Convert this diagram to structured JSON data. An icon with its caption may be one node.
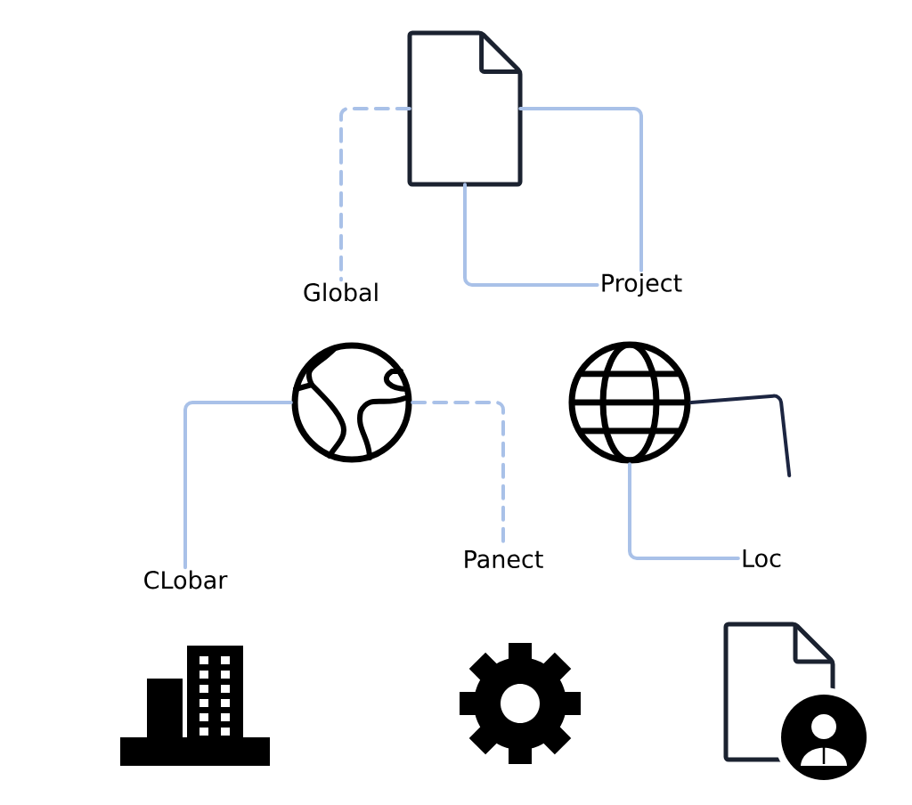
{
  "diagram": {
    "nodes": [
      {
        "text": [],
        "shape": "document"
      },
      {
        "text": [
          "Global"
        ]
      },
      {
        "text": [
          "Project"
        ]
      },
      {
        "text": [],
        "shape": "globe"
      },
      {
        "text": [],
        "shape": "globe"
      },
      {
        "text": [
          "CLobar"
        ]
      },
      {
        "text": [
          "Panect"
        ]
      },
      {
        "text": [
          "Loc"
        ]
      },
      {
        "text": [],
        "shape": "building"
      },
      {
        "text": [],
        "shape": "gear"
      },
      {
        "text": [],
        "shape": "document"
      }
    ],
    "edges": [
      {
        "from": 0,
        "to": 1,
        "arrow": "none",
        "style": "dashed"
      },
      {
        "from": 0,
        "to": 2,
        "arrow": "none"
      },
      {
        "from": 0,
        "to": 2,
        "arrow": "none"
      },
      {
        "from": 3,
        "to": 5,
        "arrow": "none"
      },
      {
        "from": 3,
        "to": 6,
        "arrow": "none",
        "style": "dashed"
      },
      {
        "from": 4,
        "to": 7,
        "arrow": "none"
      },
      {
        "from": 4,
        "to": null,
        "arrow": "none",
        "color": "#1c2541"
      }
    ]
  }
}
